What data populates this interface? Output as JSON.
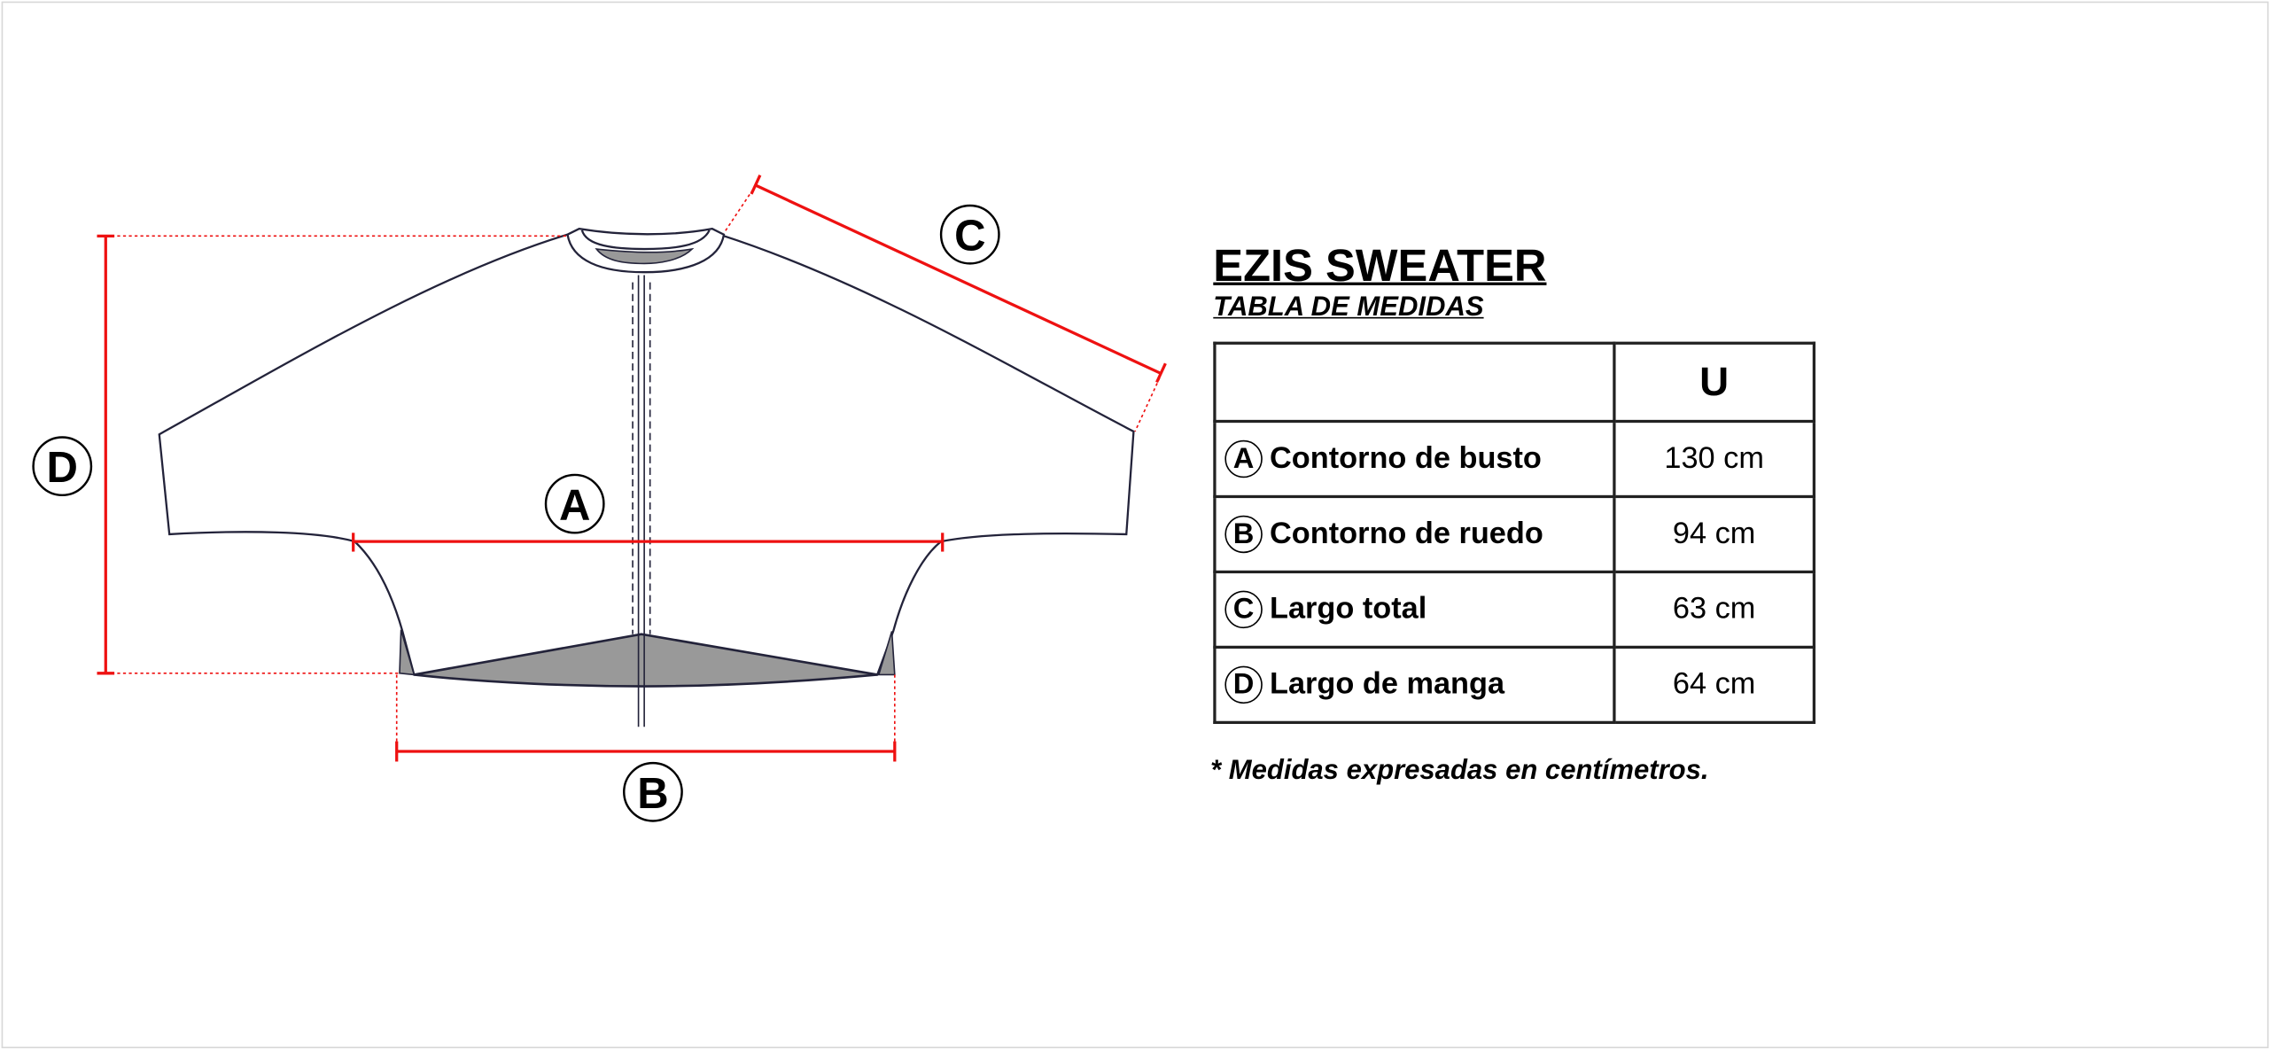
{
  "title": "EZIS SWEATER",
  "subtitle": "TABLA DE MEDIDAS",
  "table": {
    "size_header": "U",
    "rows": [
      {
        "key": "A",
        "label": "Contorno de busto",
        "value": "130 cm"
      },
      {
        "key": "B",
        "label": "Contorno de ruedo",
        "value": "94 cm"
      },
      {
        "key": "C",
        "label": "Largo total",
        "value": "63 cm"
      },
      {
        "key": "D",
        "label": "Largo de manga",
        "value": "64 cm"
      }
    ]
  },
  "footnote": "* Medidas expresadas en centímetros.",
  "diagram": {
    "labels": {
      "a": "A",
      "b": "B",
      "c": "C",
      "d": "D"
    },
    "colors": {
      "measure": "#ee1111",
      "outline": "#23233a",
      "shade": "#999999"
    }
  }
}
